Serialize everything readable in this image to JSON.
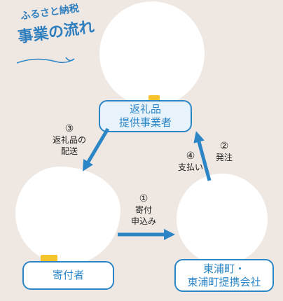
{
  "title": {
    "line1": "ふるさと納税",
    "line2": "事業の流れ"
  },
  "boxes": {
    "supplier_line1": "返礼品",
    "supplier_line2": "提供事業者",
    "donor": "寄付者",
    "town_line1": "東浦町・",
    "town_line2": "東浦町提携会社"
  },
  "steps": {
    "s1_num": "①",
    "s1_line1": "寄付",
    "s1_line2": "申込み",
    "s2_num": "②",
    "s2_text": "発注",
    "s3_num": "③",
    "s3_line1": "返礼品の",
    "s3_line2": "配送",
    "s4_num": "④",
    "s4_text": "支払い"
  },
  "colors": {
    "accent": "#2c86c6",
    "background": "#efe7e2",
    "highlight": "#f5c42c"
  }
}
